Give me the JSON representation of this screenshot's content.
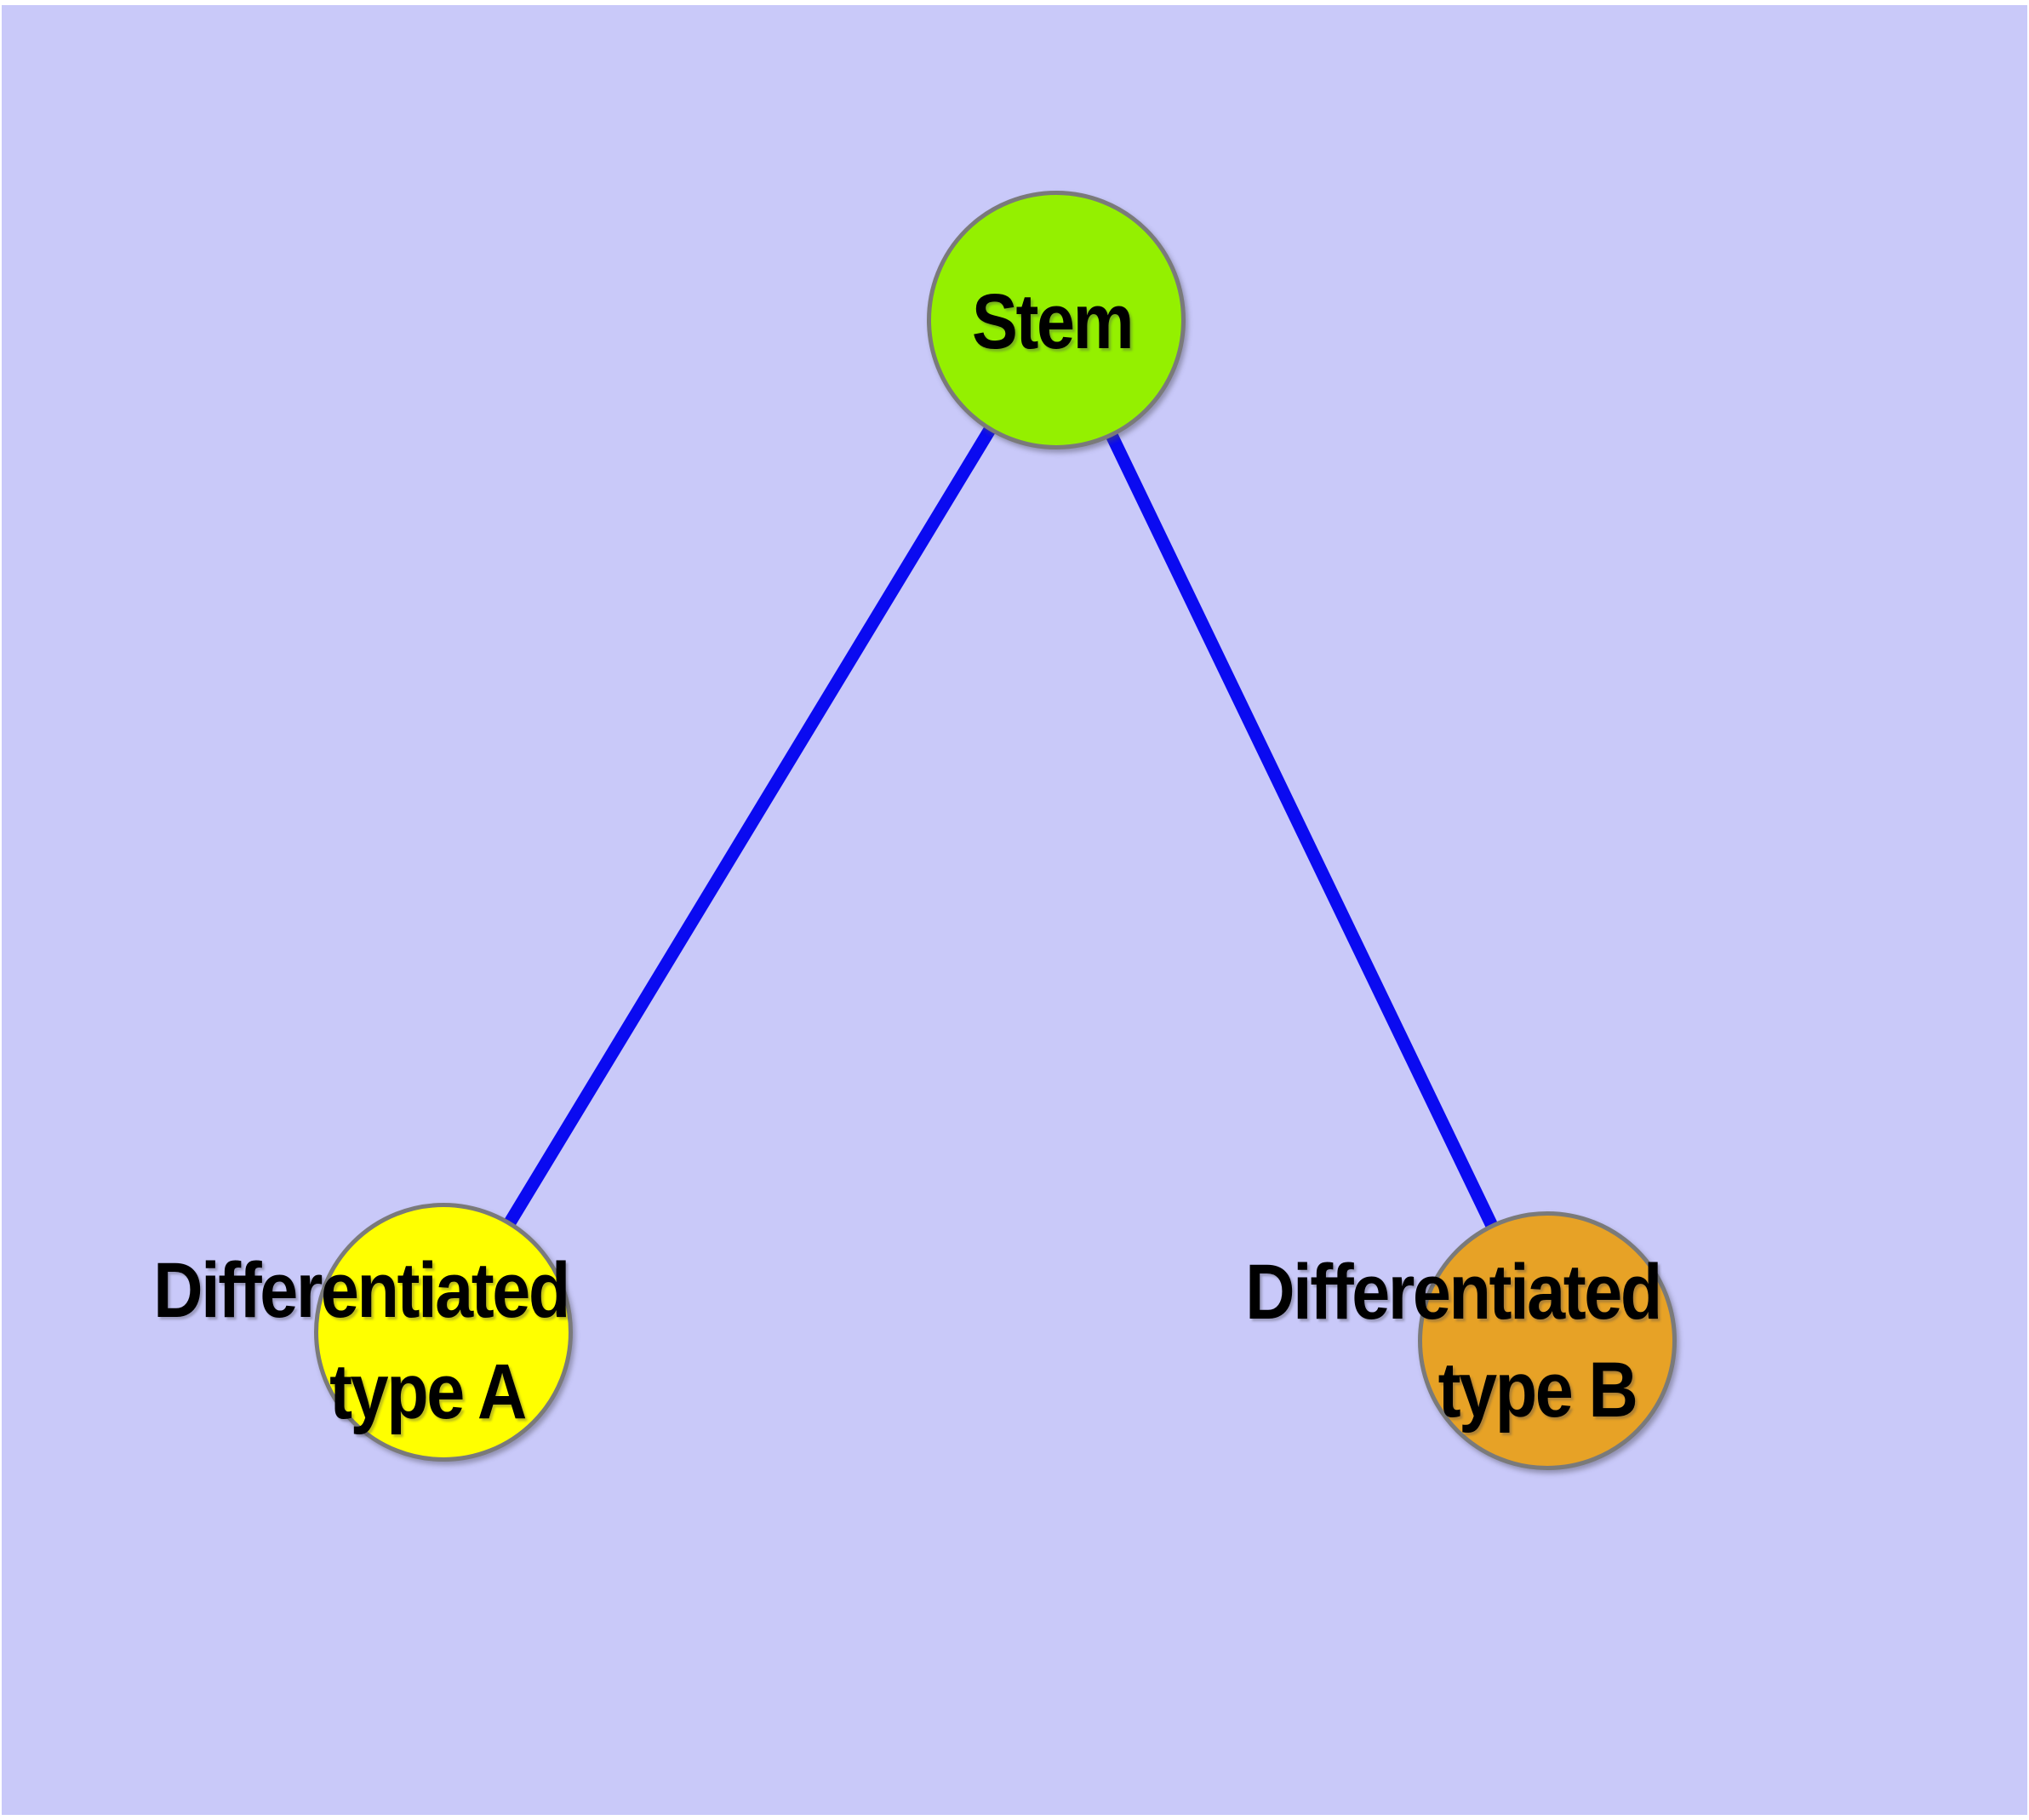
{
  "diagram": {
    "background_color": "#c9c9f9",
    "margin_color": "#ffffff",
    "edge_color": "#0a0af1",
    "node_border_color": "#7a7a7a",
    "label_color": "#000000",
    "nodes": {
      "stem": {
        "label": "Stem",
        "fill": "#94f000"
      },
      "typeA": {
        "label_line1": "Differentiated",
        "label_line2": "type A",
        "fill": "#ffff00"
      },
      "typeB": {
        "label_line1": "Differentiated",
        "label_line2": "type B",
        "fill": "#e7a226"
      }
    },
    "edges": [
      {
        "from": "Stem",
        "to": "Differentiated type A"
      },
      {
        "from": "Stem",
        "to": "Differentiated type B"
      }
    ]
  }
}
